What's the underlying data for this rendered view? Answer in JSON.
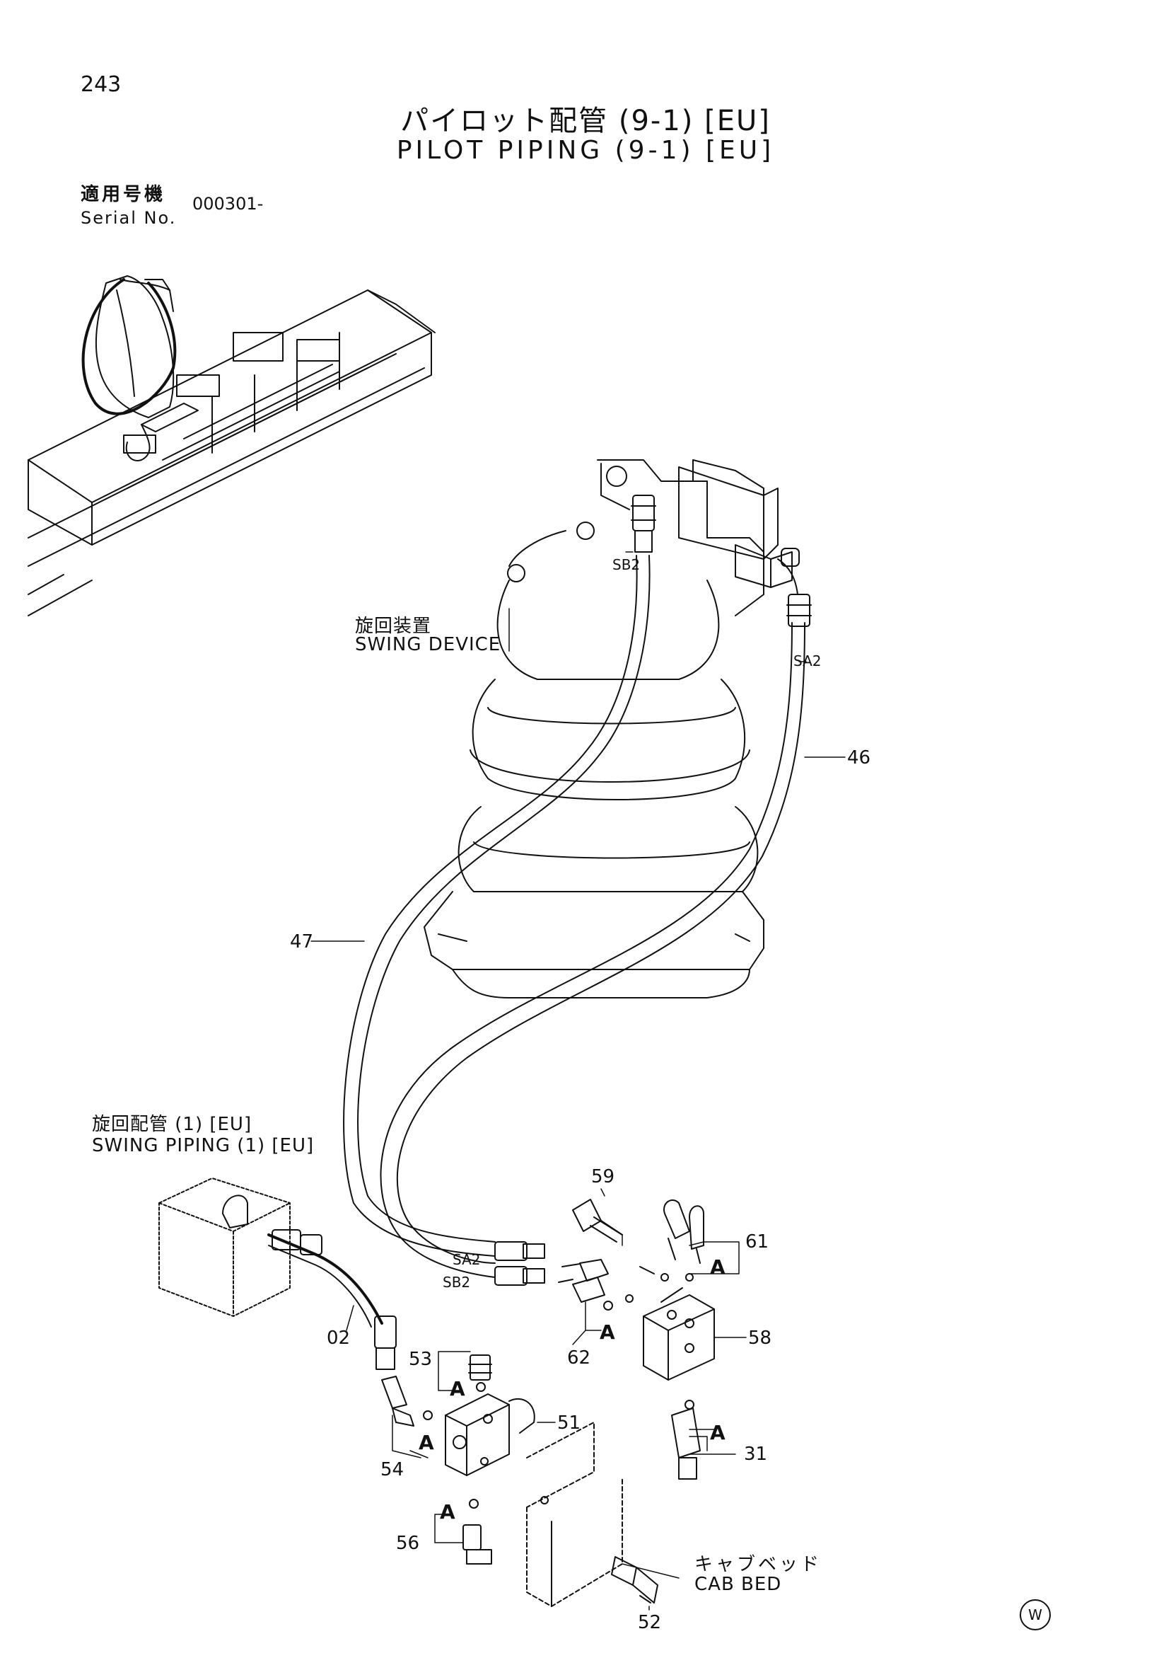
{
  "page": {
    "number": "243",
    "title_ja": "パイロット配管 (9-1) [EU]",
    "title_en": "PILOT PIPING (9-1) [EU]",
    "serial_label_ja": "適用号機",
    "serial_label_en": "Serial No.",
    "serial_value": "000301-",
    "watermark": "W"
  },
  "labels": {
    "swing_device_ja": "旋回装置",
    "swing_device_en": "SWING DEVICE",
    "swing_piping_ja": "旋回配管 (1) [EU]",
    "swing_piping_en": "SWING PIPING (1) [EU]",
    "cab_bed_ja": "キャブベッド",
    "cab_bed_en": "CAB BED",
    "port_sb2_top": "SB2",
    "port_sa2_top": "SA2",
    "port_sa2_bottom": "SA2",
    "port_sb2_bottom": "SB2"
  },
  "parts": {
    "p02": "02",
    "p31": "31",
    "p46": "46",
    "p47": "47",
    "p51": "51",
    "p52": "52",
    "p53": "53",
    "p54": "54",
    "p56": "56",
    "p58": "58",
    "p59": "59",
    "p61": "61",
    "p62": "62"
  },
  "callouts": {
    "a61": "A",
    "a62": "A",
    "a58": "A",
    "a53": "A",
    "a54": "A",
    "a56": "A"
  }
}
